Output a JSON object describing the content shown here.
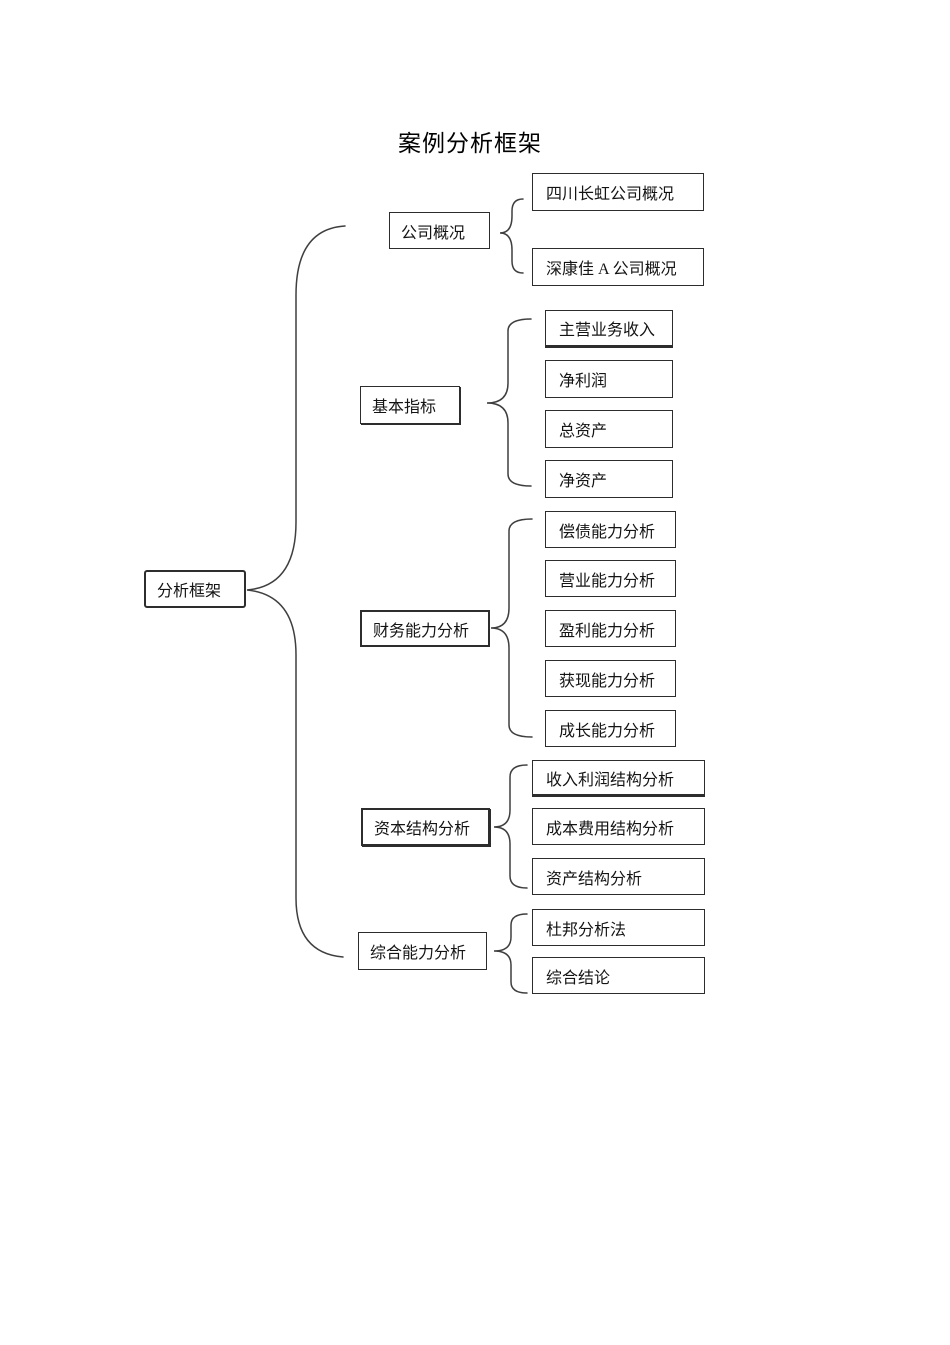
{
  "page": {
    "title": "案例分析框架"
  },
  "diagram": {
    "root": {
      "label": "分析框架"
    },
    "branches": [
      {
        "label": "公司概况",
        "children": [
          {
            "label": "四川长虹公司概况"
          },
          {
            "label": "深康佳 A 公司概况"
          }
        ]
      },
      {
        "label": "基本指标",
        "children": [
          {
            "label": "主营业务收入"
          },
          {
            "label": "净利润"
          },
          {
            "label": "总资产"
          },
          {
            "label": "净资产"
          }
        ]
      },
      {
        "label": "财务能力分析",
        "children": [
          {
            "label": "偿债能力分析"
          },
          {
            "label": "营业能力分析"
          },
          {
            "label": "盈利能力分析"
          },
          {
            "label": "获现能力分析"
          },
          {
            "label": "成长能力分析"
          }
        ]
      },
      {
        "label": "资本结构分析",
        "children": [
          {
            "label": "收入利润结构分析"
          },
          {
            "label": "成本费用结构分析"
          },
          {
            "label": "资产结构分析"
          }
        ]
      },
      {
        "label": "综合能力分析",
        "children": [
          {
            "label": "杜邦分析法"
          },
          {
            "label": "综合结论"
          }
        ]
      }
    ],
    "colors": {
      "line": "#3f3f3f",
      "border": "#2d2d2d",
      "text": "#141414",
      "background": "#ffffff"
    }
  }
}
